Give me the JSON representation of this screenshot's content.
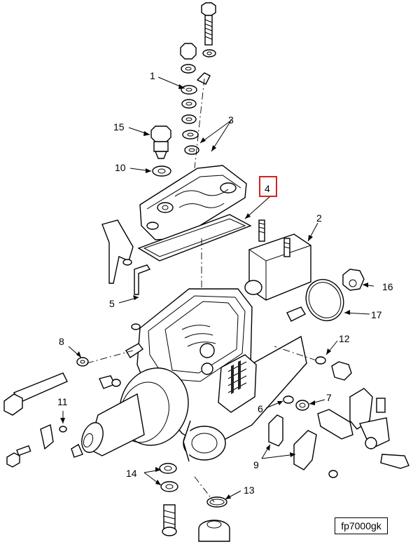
{
  "callouts": {
    "c1": "1",
    "c2": "2",
    "c3": "3",
    "c4": "4",
    "c5": "5",
    "c6": "6",
    "c7": "7",
    "c8": "8",
    "c9": "9",
    "c10": "10",
    "c11": "11",
    "c12": "12",
    "c13": "13",
    "c14": "14",
    "c15": "15",
    "c16": "16",
    "c17": "17"
  },
  "highlighted_callout": "4",
  "highlight_color": "#d62020",
  "reference_code": "fp7000gk"
}
